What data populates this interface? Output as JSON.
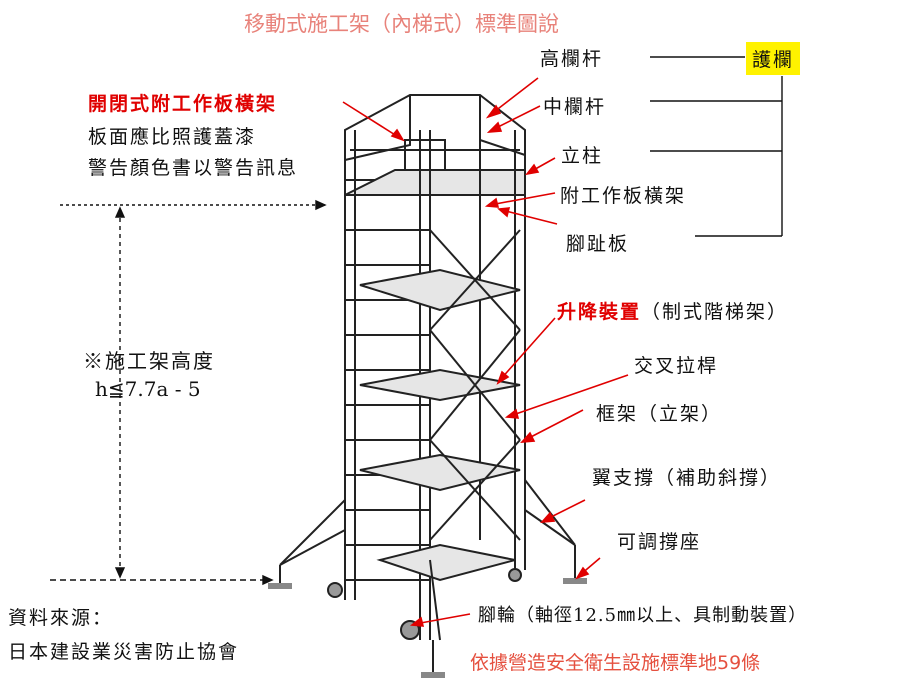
{
  "title": "移動式施工架（內梯式）標準圖說",
  "labels": {
    "top_rail": "高欄杆",
    "guardrail": "護欄",
    "mid_rail": "中欄杆",
    "post": "立柱",
    "platform_frame": "附工作板橫架",
    "toe_board": "腳趾板",
    "lift_device_red": "升降裝置",
    "lift_device_rest": "（制式階梯架）",
    "cross_brace": "交叉拉桿",
    "frame": "框架（立架）",
    "outrigger": "翼支撐（補助斜撐）",
    "adjustable_base": "可調撐座",
    "caster": "腳輪（軸徑12.5㎜以上、具制動裝置）"
  },
  "left_note": {
    "title": "開閉式附工作板橫架",
    "line1": "板面應比照護蓋漆",
    "line2": "警告顏色書以警告訊息"
  },
  "height_note": {
    "line1": "※施工架高度",
    "line2": "h≦7.7a - 5"
  },
  "source": {
    "line1": "資料來源：",
    "line2": "日本建設業災害防止協會"
  },
  "regulation": "依據營造安全衛生設施標準地59條",
  "colors": {
    "accent_red": "#e00000",
    "highlight": "#fff200",
    "title_color": "#e8827a"
  }
}
